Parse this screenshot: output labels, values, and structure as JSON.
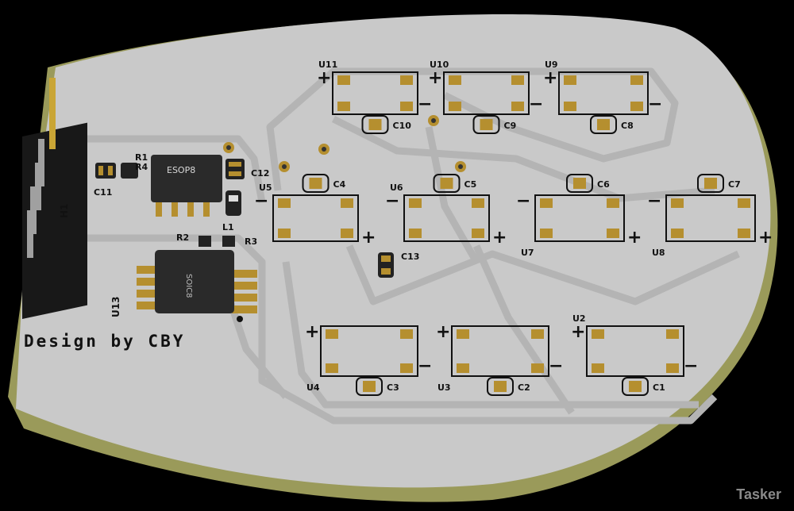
{
  "board": {
    "credit": "Design by CBY",
    "header_label": "H1",
    "ic_esop8_label": "ESOP8",
    "ic_soic8_label": "SOIC8",
    "ic_u13_ref": "U13",
    "refs_top": [
      "R1",
      "R4",
      "C11",
      "C12",
      "L1",
      "R2",
      "R3",
      "C13"
    ],
    "led_modules": [
      {
        "ref": "U11",
        "cap": "C10"
      },
      {
        "ref": "U10",
        "cap": "C9"
      },
      {
        "ref": "U9",
        "cap": "C8"
      },
      {
        "ref": "U5",
        "cap": "C4"
      },
      {
        "ref": "U6",
        "cap": "C5"
      },
      {
        "ref": "U7",
        "cap": "C6"
      },
      {
        "ref": "U8",
        "cap": "C7"
      },
      {
        "ref": "U4",
        "cap": "C3"
      },
      {
        "ref": "U3",
        "cap": "C2"
      },
      {
        "ref": "U2",
        "cap": "C1"
      }
    ],
    "plus": "+",
    "minus": "−"
  },
  "watermark": "Tasker",
  "colors": {
    "background": "#000000",
    "board_face": "#c9c9c9",
    "board_edge": "#9a9a5a",
    "trace": "#b0b0b0",
    "pad_gold": "#b58f2f",
    "ic_body": "#2a2a2a"
  }
}
